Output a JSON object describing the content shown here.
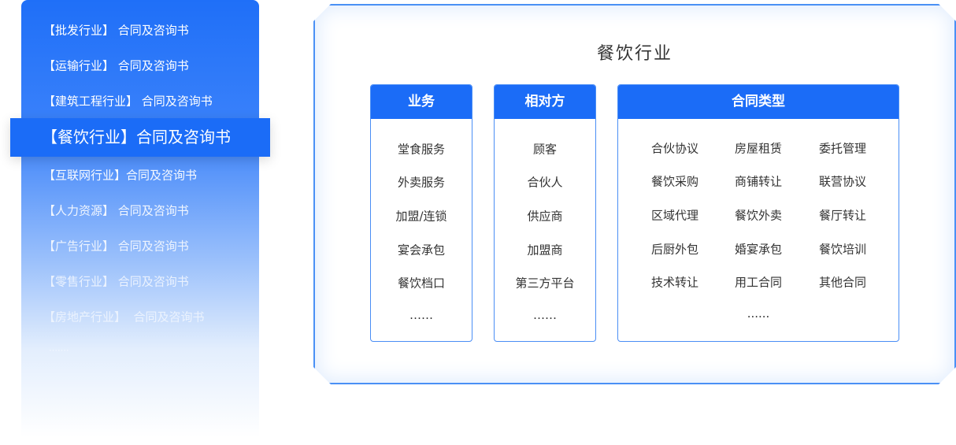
{
  "sidebar": {
    "items": [
      "【批发行业】 合同及咨询书",
      "【运输行业】 合同及咨询书",
      "【建筑工程行业】 合同及咨询书",
      "【餐饮行业】合同及咨询书",
      "【互联网行业】合同及咨询书",
      "【人力资源】 合同及咨询书",
      "【广告行业】 合同及咨询书",
      "【零售行业】 合同及咨询书",
      "【房地产行业】  合同及咨询书",
      "……."
    ],
    "active_index": 3
  },
  "main": {
    "title": "餐饮行业",
    "columns": [
      {
        "header": "业务",
        "items": [
          "堂食服务",
          "外卖服务",
          "加盟/连锁",
          "宴会承包",
          "餐饮档口",
          "……"
        ]
      },
      {
        "header": "相对方",
        "items": [
          "顾客",
          "合伙人",
          "供应商",
          "加盟商",
          "第三方平台",
          "……"
        ]
      },
      {
        "header": "合同类型",
        "items": [
          [
            "合伙协议",
            "房屋租赁",
            "委托管理"
          ],
          [
            "餐饮采购",
            "商铺转让",
            "联营协议"
          ],
          [
            "区域代理",
            "餐饮外卖",
            "餐厅转让"
          ],
          [
            "后厨外包",
            "婚宴承包",
            "餐饮培训"
          ],
          [
            "技术转让",
            "用工合同",
            "其他合同"
          ]
        ],
        "more": "......"
      }
    ]
  },
  "colors": {
    "accent": "#1b6cf7"
  }
}
